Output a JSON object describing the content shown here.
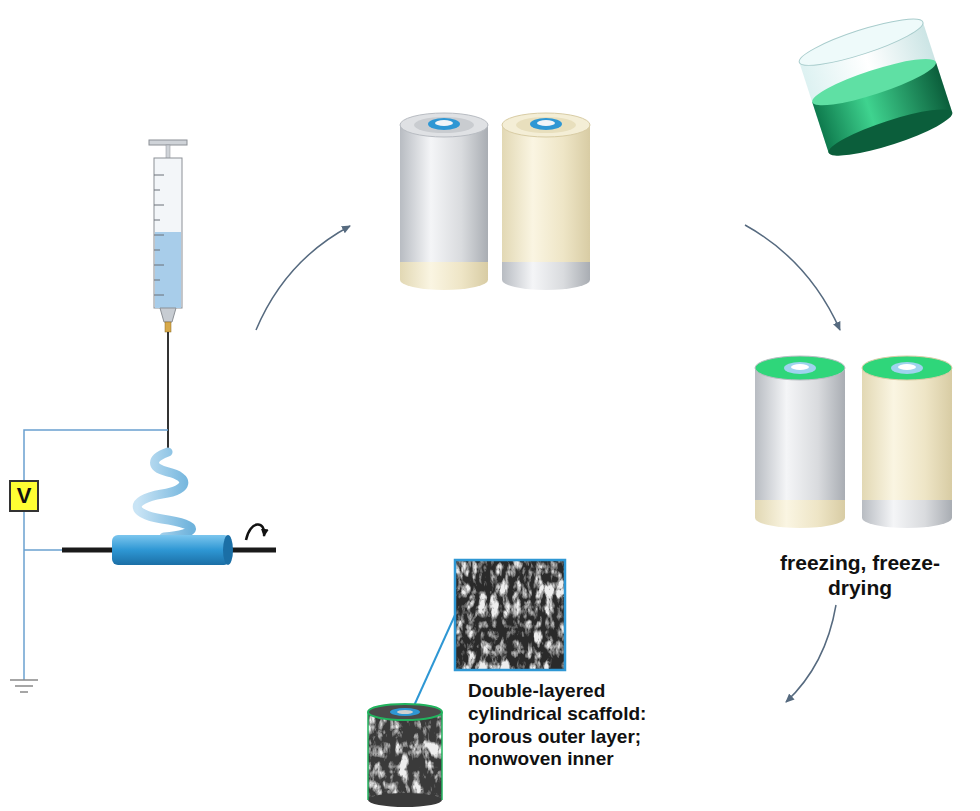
{
  "diagram": {
    "nodes": [
      {
        "text": [
          "V"
        ]
      }
    ],
    "labels": [
      "freezing, freeze-drying",
      "Double-layered cylindrical scaffold: porous outer layer; nonwoven inner"
    ]
  }
}
